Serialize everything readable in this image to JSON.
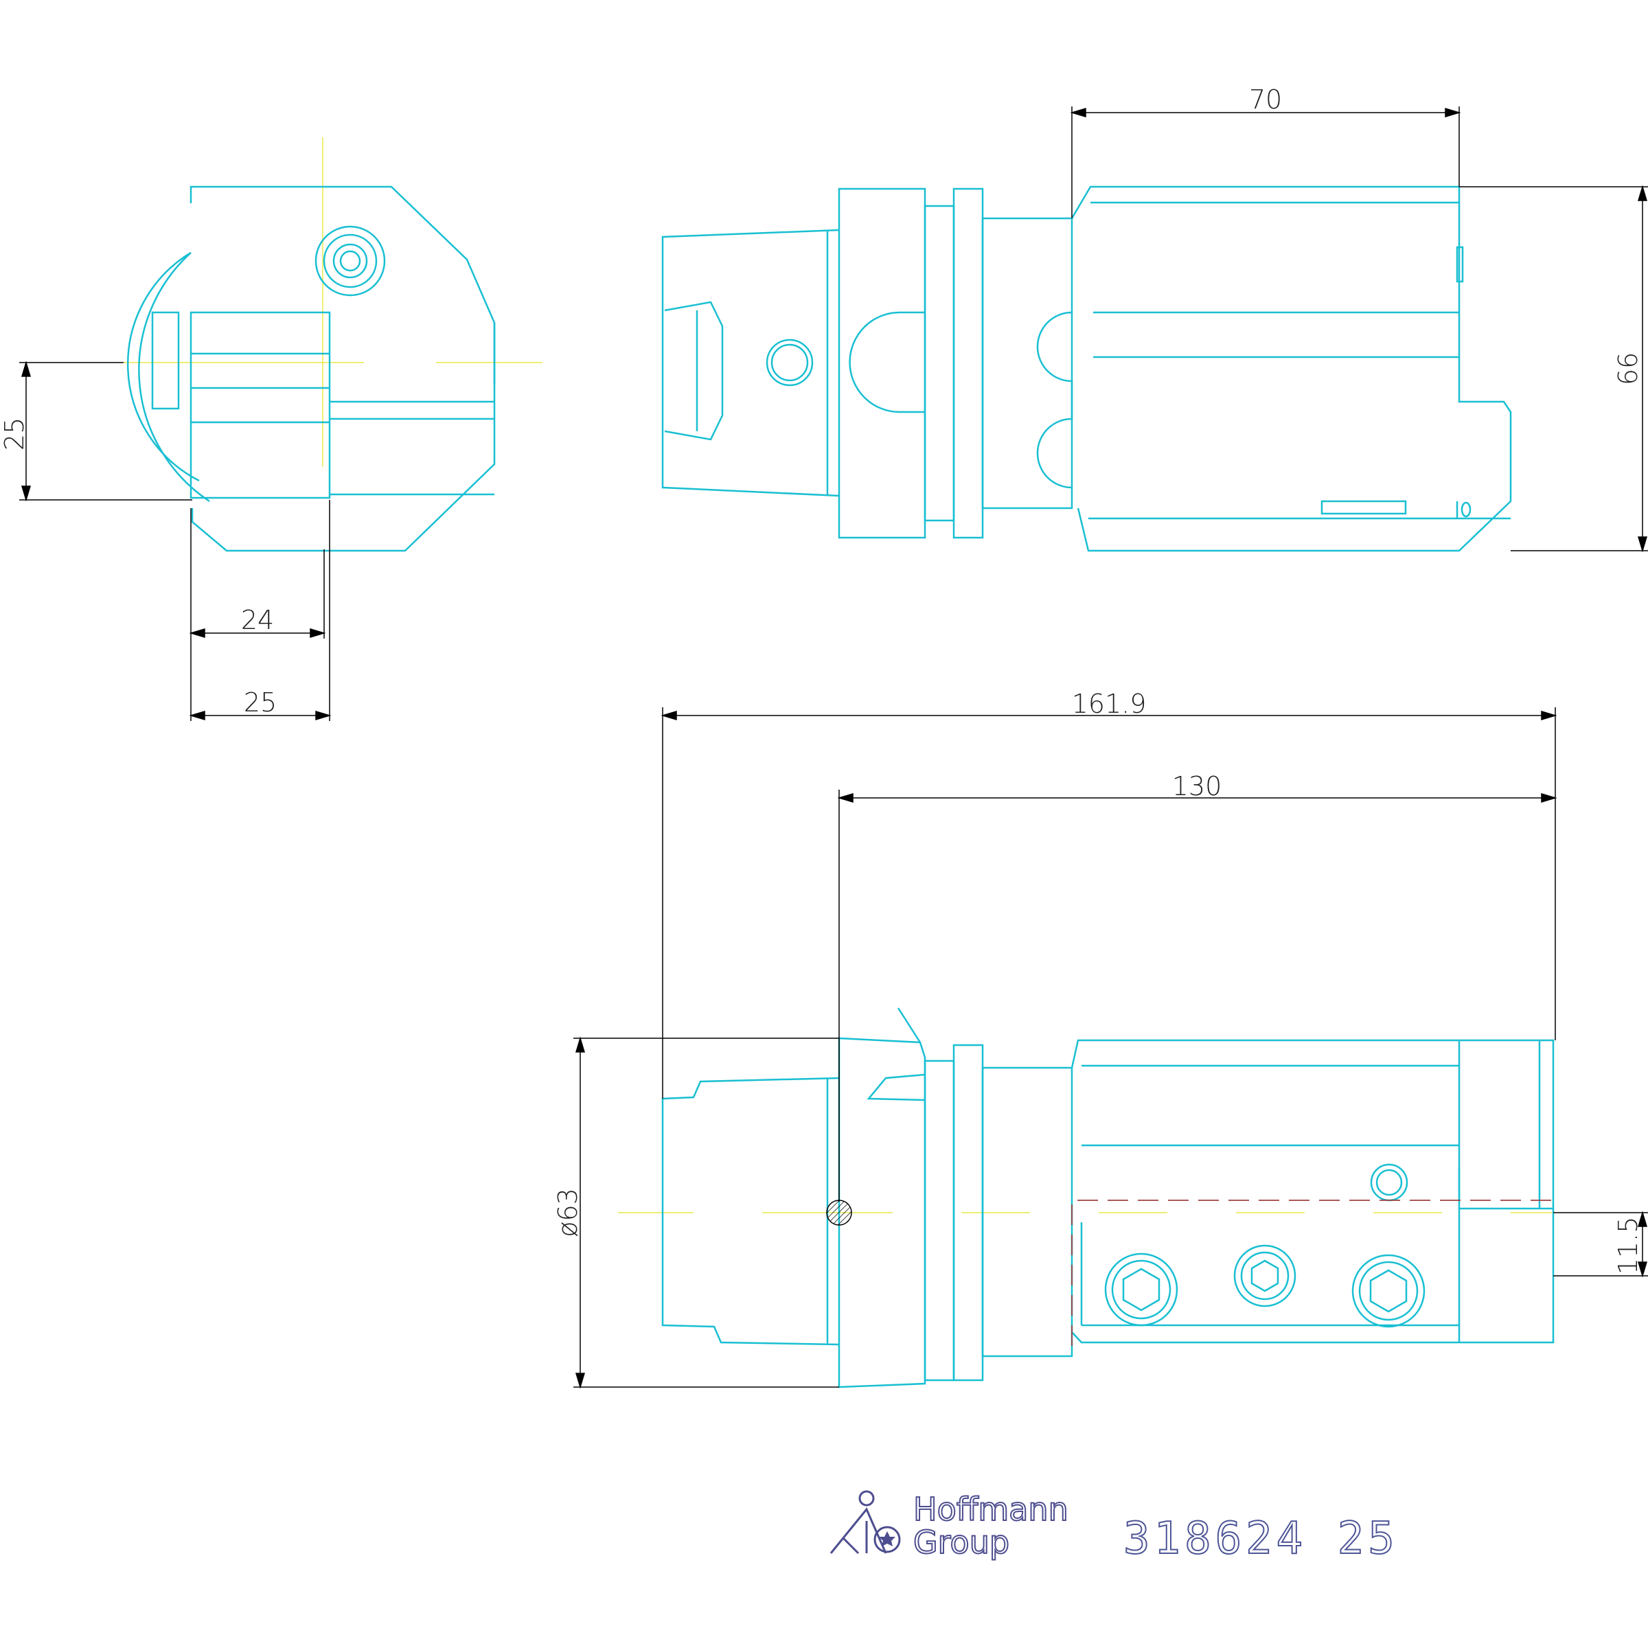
{
  "colors": {
    "outline": "#19bfd2",
    "dimension": "#000000",
    "centerline": "#e8e84a",
    "hidden": "#a04040",
    "logo": "#4d4d8f",
    "partnumber": "#4d5596"
  },
  "dimensions": {
    "left_vertical": "25",
    "left_width_inner": "24",
    "left_width_outer": "25",
    "top_length": "70",
    "top_height": "66",
    "total_length": "161.9",
    "body_length": "130",
    "diameter": "ø63",
    "offset": "11.5"
  },
  "logo": {
    "line1": "Hoffmann",
    "line2": "Group"
  },
  "part_number": "318624  25"
}
